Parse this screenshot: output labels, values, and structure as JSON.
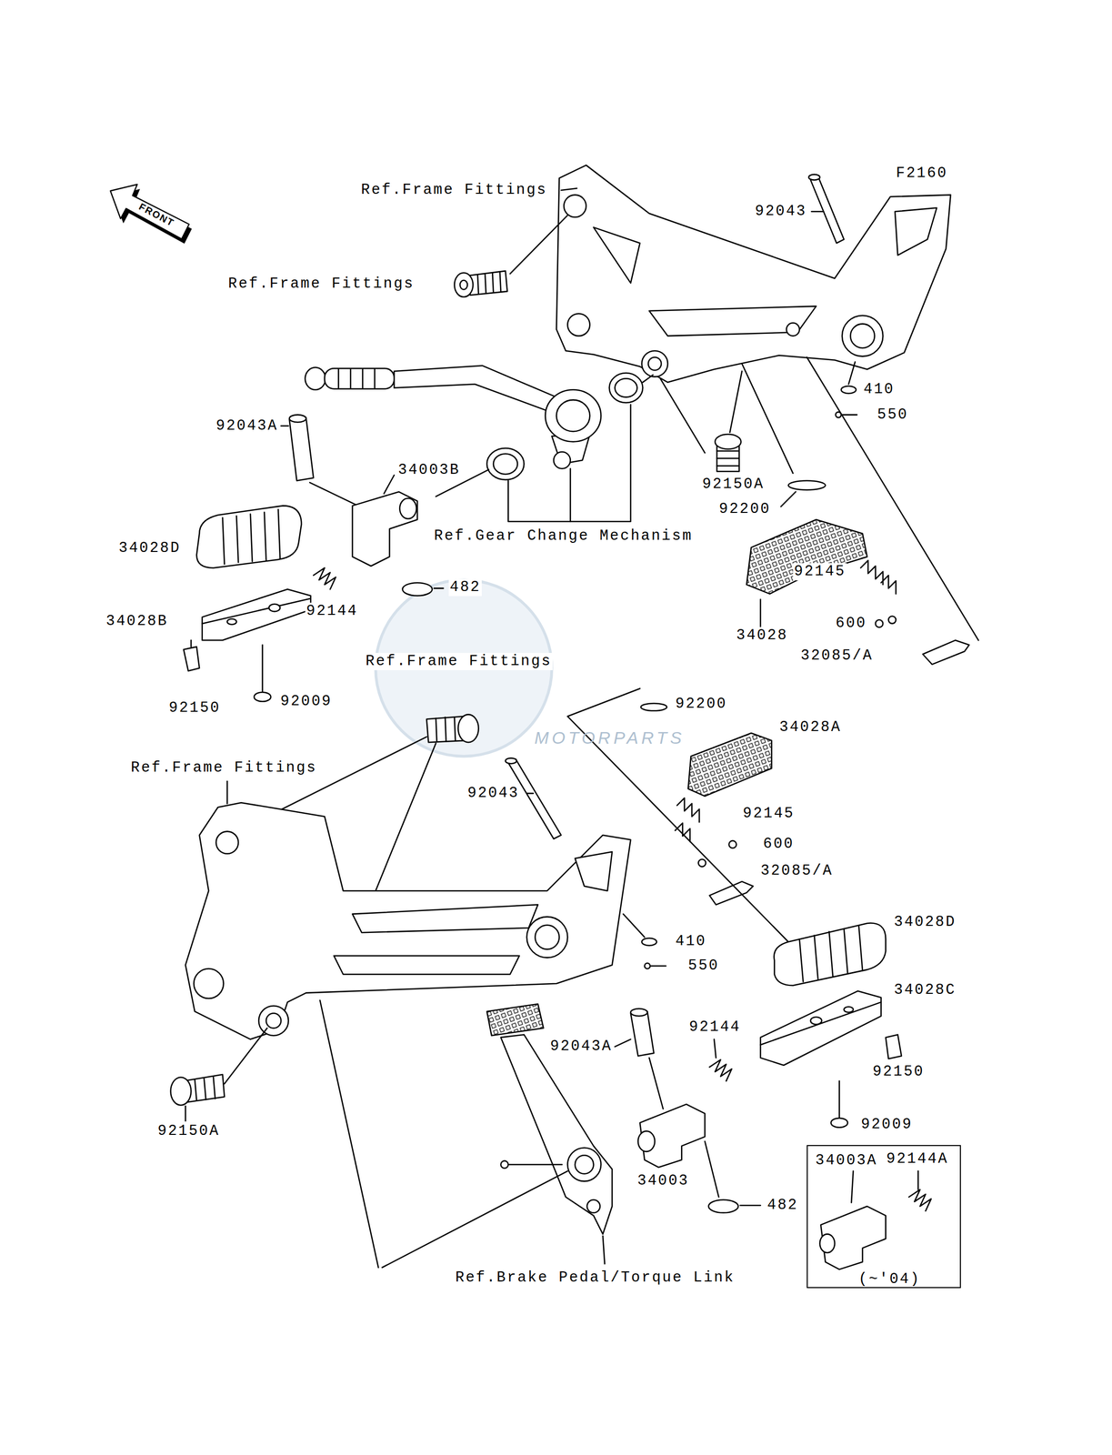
{
  "diagram": {
    "nodes": [
      {
        "text": [
          "FRONT"
        ]
      },
      {
        "text": [
          "34003A",
          "92144A",
          "(~'04)"
        ]
      }
    ],
    "labels": [
      "F2160",
      "Ref.Frame Fittings",
      "92043",
      "Ref.Frame Fittings",
      "410",
      "550",
      "92043A",
      "34003B",
      "92150A",
      "92200",
      "Ref.Gear Change Mechanism",
      "34028D",
      "92145",
      "482",
      "92144",
      "34028B",
      "600",
      "34028",
      "32085/A",
      "Ref.Frame Fittings",
      "92009",
      "92200",
      "92150",
      "34028A",
      "Ref.Frame Fittings",
      "92043",
      "92145",
      "600",
      "32085/A",
      "34028D",
      "410",
      "550",
      "34028C",
      "92144",
      "92043A",
      "92150",
      "92009",
      "92150A",
      "34003",
      "482",
      "Ref.Brake Pedal/Torque Link",
      "MOTORPARTS"
    ]
  }
}
